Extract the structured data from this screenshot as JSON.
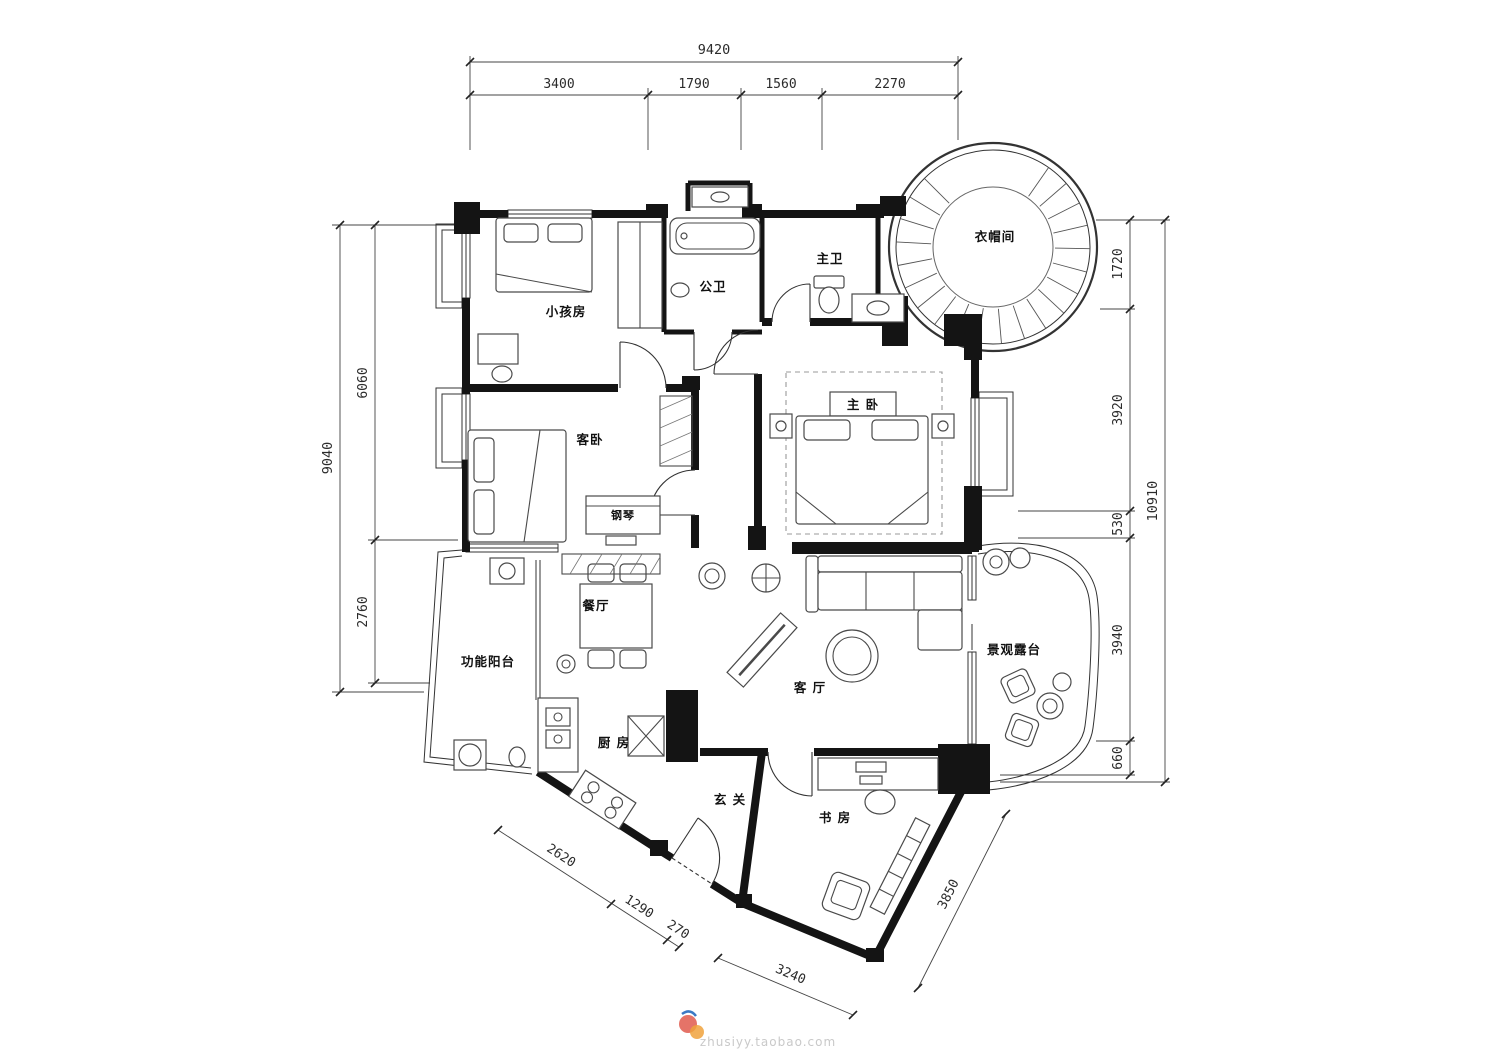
{
  "plan": {
    "rooms": {
      "children_room": "小孩房",
      "public_bath": "公卫",
      "master_bath": "主卫",
      "cloakroom": "衣帽间",
      "master_bedroom": "主 卧",
      "guest_bedroom": "客卧",
      "piano": "钢琴",
      "dining": "餐厅",
      "living": "客 厅",
      "balcony": "功能阳台",
      "kitchen": "厨 房",
      "entry": "玄 关",
      "study": "书 房",
      "terrace": "景观露台"
    },
    "dims": {
      "top_total": "9420",
      "top_segments": [
        "3400",
        "1790",
        "1560",
        "2270"
      ],
      "left_total": "9040",
      "left_segments": [
        "6060",
        "2760"
      ],
      "right_total": "10910",
      "right_segments": [
        "1720",
        "3920",
        "530",
        "3940",
        "660"
      ],
      "bottom_segments": [
        "2620",
        "1290",
        "270",
        "3240",
        "3850"
      ]
    },
    "watermark": "zhusiyy.taobao.com"
  }
}
